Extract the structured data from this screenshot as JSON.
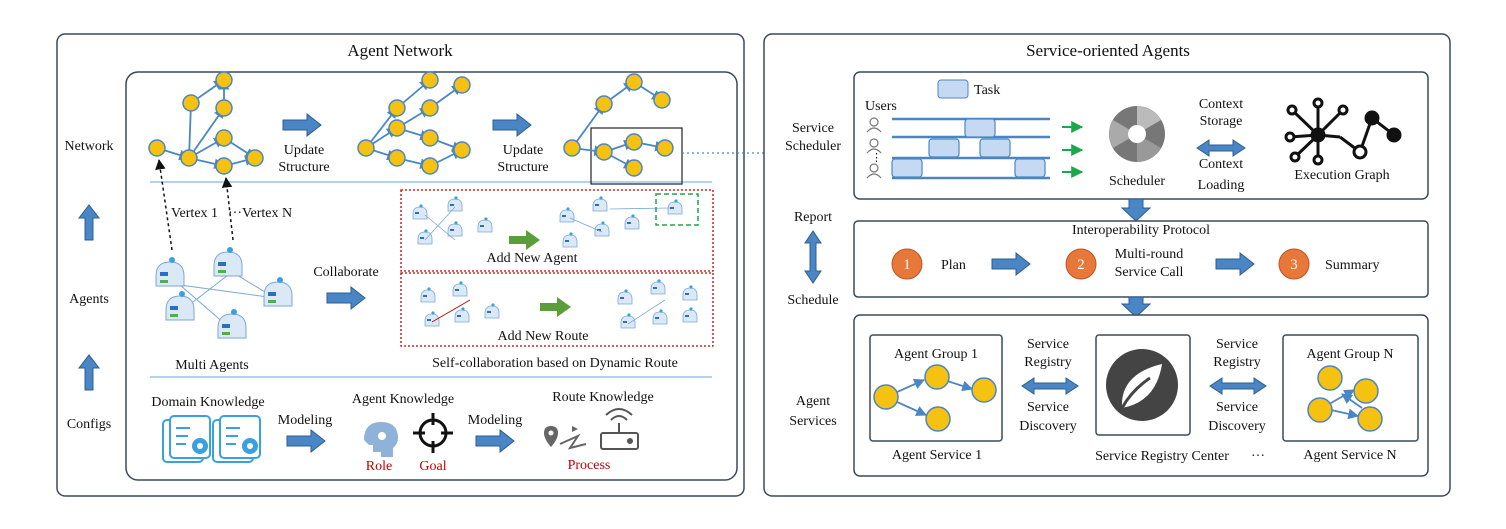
{
  "left_panel": {
    "title": "Agent Network",
    "side_labels": [
      "Network",
      "Agents",
      "Configs"
    ],
    "update_structure_1": [
      "Update",
      "Structure"
    ],
    "update_structure_2": [
      "Update",
      "Structure"
    ],
    "vertex_1": "Vertex 1",
    "vertex_n": "···Vertex N",
    "collaborate": "Collaborate",
    "multi_agents": "Multi Agents",
    "add_new_agent": "Add New Agent",
    "add_new_route": "Add New Route",
    "self_collab": "Self-collaboration based on Dynamic Route",
    "domain_knowledge": "Domain Knowledge",
    "modeling_1": "Modeling",
    "agent_knowledge": "Agent Knowledge",
    "modeling_2": "Modeling",
    "route_knowledge": "Route Knowledge",
    "role": "Role",
    "goal": "Goal",
    "process": "Process"
  },
  "right_panel": {
    "title": "Service-oriented Agents",
    "service_scheduler": [
      "Service",
      "Scheduler"
    ],
    "report": "Report",
    "schedule": "Schedule",
    "agent_services": [
      "Agent",
      "Services"
    ],
    "task": "Task",
    "users": "Users",
    "scheduler": "Scheduler",
    "context_storage": [
      "Context",
      "Storage"
    ],
    "context_loading": [
      "Context",
      "Loading"
    ],
    "execution_graph": "Execution Graph",
    "interop_protocol": "Interoperability Protocol",
    "step_plan": {
      "num": "1",
      "label": "Plan"
    },
    "step_call": {
      "num": "2",
      "label": [
        "Multi-round",
        "Service Call"
      ]
    },
    "step_summary": {
      "num": "3",
      "label": "Summary"
    },
    "agent_group_1": "Agent Group 1",
    "agent_group_n": "Agent Group N",
    "agent_service_1": "Agent Service 1",
    "agent_service_n": "Agent Service N",
    "service_registry_center": "Service Registry Center",
    "ellipsis": "···",
    "service_registry_l": [
      "Service",
      "Registry"
    ],
    "service_discovery_l": [
      "Service",
      "Discovery"
    ],
    "service_registry_r": [
      "Service",
      "Registry"
    ],
    "service_discovery_r": [
      "Service",
      "Discovery"
    ]
  },
  "colors": {
    "node_fill": "#f5c211",
    "node_stroke": "#4a86c5",
    "arrow_fill": "#4a86c5",
    "green_arrow": "#5a9e3a",
    "red_dotted": "#c00000",
    "step_orange": "#e8773a",
    "panel_stroke": "#3a4a5a"
  }
}
